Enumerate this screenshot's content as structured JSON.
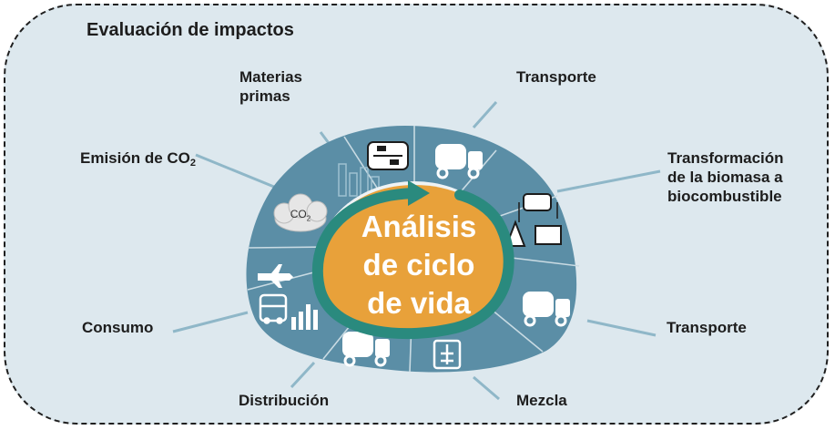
{
  "title": "Evaluación de impactos",
  "center": {
    "line1": "Análisis",
    "line2": "de ciclo",
    "line3": "de vida"
  },
  "cloud_text": {
    "base": "CO",
    "sub": "2"
  },
  "labels": {
    "materias_primas_1": "Materias",
    "materias_primas_2": "primas",
    "transporte_top": "Transporte",
    "transformacion_1": "Transformación",
    "transformacion_2": "de la biomasa a",
    "transformacion_3": "biocombustible",
    "emision_base": "Emisión de CO",
    "emision_sub": "2",
    "consumo": "Consumo",
    "transporte_right": "Transporte",
    "distribucion": "Distribución",
    "mezcla": "Mezcla"
  },
  "colors": {
    "background": "#dde8ee",
    "blob": "#5b8ea6",
    "core": "#e8a13a",
    "arrow": "#2a8a7e",
    "connector": "#8fb7c8"
  }
}
